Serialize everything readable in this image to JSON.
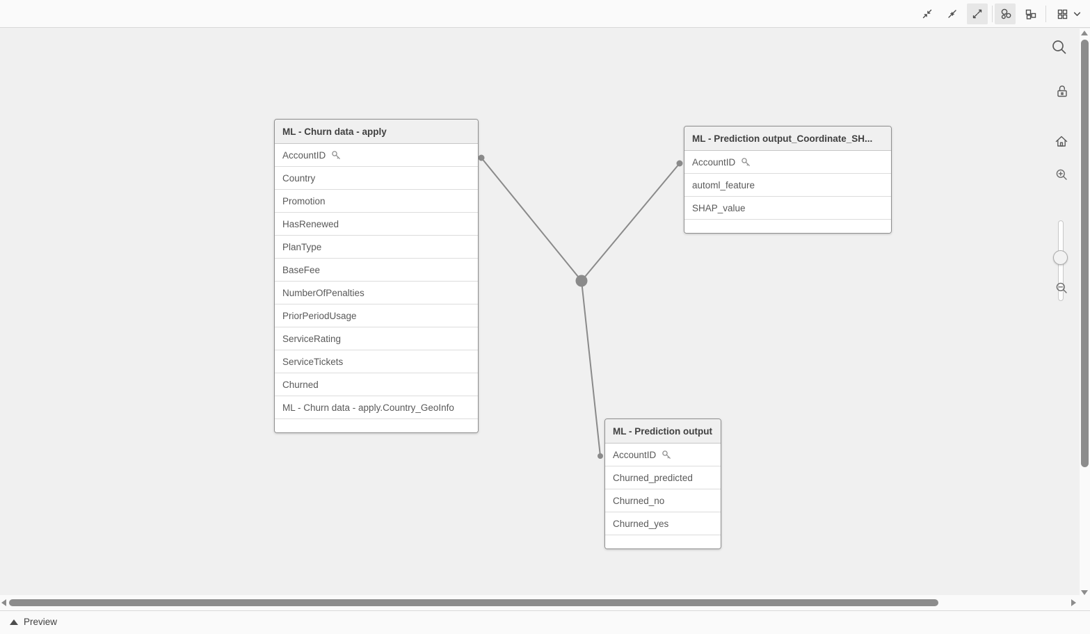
{
  "toolbar": {
    "icons": [
      {
        "name": "collapse-icon",
        "active": false
      },
      {
        "name": "collapse-all-icon",
        "active": false
      },
      {
        "name": "expand-icon",
        "active": true
      },
      {
        "name": "bubbles-view-icon",
        "active": true
      },
      {
        "name": "tables-view-icon",
        "active": false
      },
      {
        "name": "grid-layout-icon",
        "active": false
      },
      {
        "name": "chevron-down-icon",
        "active": false
      }
    ]
  },
  "side_controls": {
    "icons": [
      "search-icon",
      "unlock-icon",
      "home-icon",
      "zoom-in-icon",
      "zoom-out-icon"
    ],
    "zoom_slider_position": 0.47
  },
  "canvas": {
    "tables": [
      {
        "title": "ML - Churn data - apply",
        "fields": [
          {
            "name": "AccountID",
            "key": true
          },
          {
            "name": "Country"
          },
          {
            "name": "Promotion"
          },
          {
            "name": "HasRenewed"
          },
          {
            "name": "PlanType"
          },
          {
            "name": "BaseFee"
          },
          {
            "name": "NumberOfPenalties"
          },
          {
            "name": "PriorPeriodUsage"
          },
          {
            "name": "ServiceRating"
          },
          {
            "name": "ServiceTickets"
          },
          {
            "name": "Churned"
          },
          {
            "name": "ML - Churn data - apply.Country_GeoInfo"
          }
        ]
      },
      {
        "title": "ML - Prediction output_Coordinate_SH...",
        "fields": [
          {
            "name": "AccountID",
            "key": true
          },
          {
            "name": "automl_feature"
          },
          {
            "name": "SHAP_value"
          }
        ]
      },
      {
        "title": "ML - Prediction output",
        "fields": [
          {
            "name": "AccountID",
            "key": true
          },
          {
            "name": "Churned_predicted"
          },
          {
            "name": "Churned_no"
          },
          {
            "name": "Churned_yes"
          }
        ]
      }
    ],
    "associations": [
      {
        "from": "ML - Churn data - apply.AccountID",
        "to": "ML - Prediction output_Coordinate_SH....AccountID"
      },
      {
        "from": "ML - Churn data - apply.AccountID",
        "to": "ML - Prediction output.AccountID"
      }
    ]
  },
  "preview": {
    "label": "Preview"
  },
  "colors": {
    "canvas_bg": "#f0f0f0",
    "panel_bg": "#fafafa",
    "table_border": "#8f8f8f",
    "connector": "#8a8a8a",
    "header_text": "#404040",
    "row_text": "#595959"
  }
}
